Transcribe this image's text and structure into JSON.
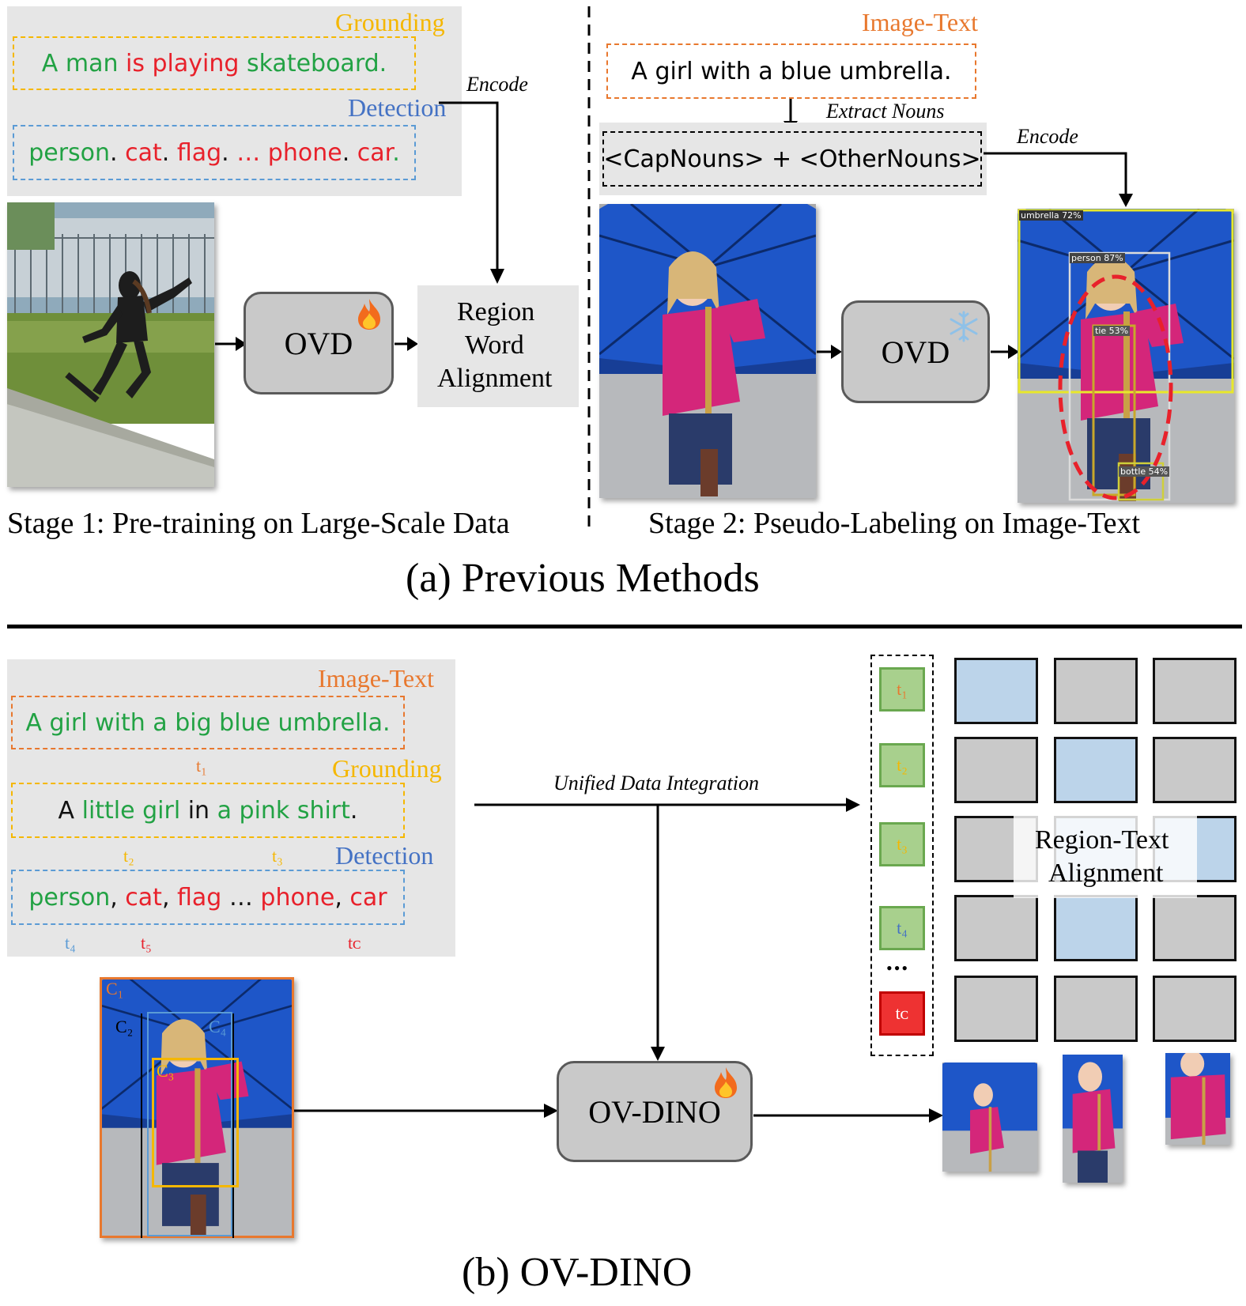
{
  "top": {
    "stage1": {
      "grounding_label": "Grounding",
      "grounding_text": [
        {
          "t": "A man ",
          "c": "green"
        },
        {
          "t": "is playing ",
          "c": "red"
        },
        {
          "t": "skateboard.",
          "c": "green"
        }
      ],
      "detection_label": "Detection",
      "detection_text": [
        {
          "t": "person",
          "c": "green"
        },
        {
          "t": ". ",
          "c": "blk"
        },
        {
          "t": "cat",
          "c": "red"
        },
        {
          "t": ". ",
          "c": "blk"
        },
        {
          "t": "flag",
          "c": "red"
        },
        {
          "t": ". ",
          "c": "blk"
        },
        {
          "t": "… ",
          "c": "red"
        },
        {
          "t": "phone",
          "c": "red"
        },
        {
          "t": ". ",
          "c": "blk"
        },
        {
          "t": "car",
          "c": "red"
        },
        {
          "t": ".",
          "c": "green"
        }
      ],
      "encode_label": "Encode",
      "ovd_label": "OVD",
      "ovd_state_icon": "fire-icon",
      "alignment_label": [
        "Region",
        "Word",
        "Alignment"
      ],
      "photo_icon": "skateboarder-photo",
      "caption": "Stage 1: Pre-training on Large-Scale Data"
    },
    "stage2": {
      "image_text_label": "Image-Text",
      "caption_text": "A girl with a blue umbrella.",
      "extract_label": "Extract Nouns",
      "nouns_text": "<CapNouns> + <OtherNouns>",
      "encode_label": "Encode",
      "ovd_label": "OVD",
      "ovd_state_icon": "snowflake-icon",
      "detections": [
        "umbrella 72%",
        "person 87%",
        "tie 53%",
        "bottle 54%"
      ],
      "caption": "Stage 2: Pseudo-Labeling on Image-Text"
    },
    "title": "(a) Previous Methods"
  },
  "bottom": {
    "image_text_label": "Image-Text",
    "image_text_sentence": [
      {
        "t": "A girl with a big blue umbrella.",
        "c": "green"
      }
    ],
    "grounding_label": "Grounding",
    "grounding_sentence": [
      {
        "t": "A ",
        "c": "blk"
      },
      {
        "t": "little girl",
        "c": "green"
      },
      {
        "t": " in ",
        "c": "blk"
      },
      {
        "t": "a pink shirt",
        "c": "green"
      },
      {
        "t": ".",
        "c": "blk"
      }
    ],
    "detection_label": "Detection",
    "detection_sentence": [
      {
        "t": "person",
        "c": "green"
      },
      {
        "t": ", ",
        "c": "blk"
      },
      {
        "t": "cat",
        "c": "red"
      },
      {
        "t": ", ",
        "c": "blk"
      },
      {
        "t": "flag",
        "c": "red"
      },
      {
        "t": " … ",
        "c": "blk"
      },
      {
        "t": "phone",
        "c": "red"
      },
      {
        "t": ", ",
        "c": "blk"
      },
      {
        "t": "car",
        "c": "red"
      }
    ],
    "token_marks": {
      "t1": "t₁",
      "t2": "t₂",
      "t3": "t₃",
      "t4": "t₄",
      "t5": "t₅",
      "tC": "tᴄ"
    },
    "box_marks": {
      "c1": "C₁",
      "c2": "C₂",
      "c3": "C₃",
      "c4": "C₄"
    },
    "integration_label": "Unified Data Integration",
    "model_label": "OV-DINO",
    "model_state_icon": "fire-icon",
    "tokens": [
      "t₁",
      "t₂",
      "t₃",
      "t₄",
      "tᴄ"
    ],
    "ellipsis": "•••",
    "alignment_label": [
      "Region-Text",
      "Alignment"
    ],
    "grid": [
      [
        "blue",
        "grey",
        "grey"
      ],
      [
        "grey",
        "blue",
        "grey"
      ],
      [
        "grey",
        "blue",
        "blue"
      ],
      [
        "grey",
        "blue",
        "grey"
      ],
      [
        "grey",
        "grey",
        "grey"
      ]
    ],
    "title": "(b) OV-DINO"
  },
  "colors": {
    "green": "#22a244",
    "red": "#e8212b",
    "yellow": "#f5b700",
    "orange": "#e8782e",
    "blue_label": "#4472c4",
    "cell_blue": "#bcd4ea",
    "cell_grey": "#c9c9c9",
    "token_green": "#a8d08d",
    "token_red": "#ee3232"
  }
}
